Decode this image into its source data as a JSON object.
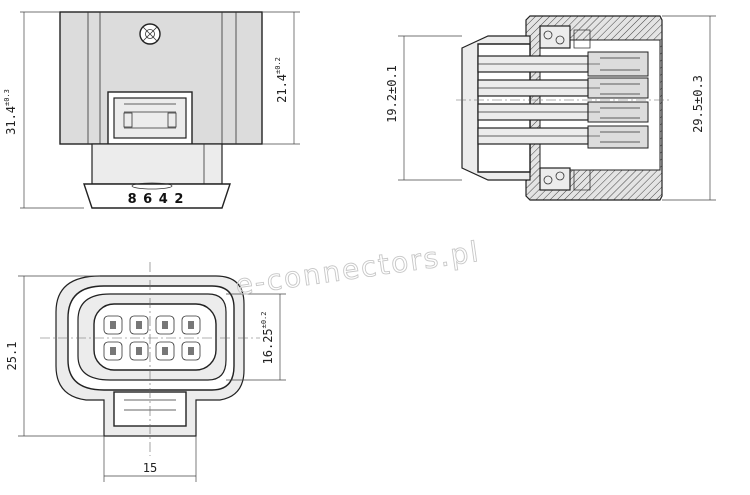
{
  "front_view": {
    "dim_height": "31.4",
    "dim_height_tol": "±0.3",
    "dim_inner": "21.4",
    "dim_inner_tol": "±0.2",
    "pin_numbers": "8 6 4 2"
  },
  "side_view": {
    "dim_left": "19.2±0.1",
    "dim_right": "29.5±0.3"
  },
  "face_view": {
    "dim_height": "25.1",
    "dim_inner": "16.25",
    "dim_inner_tol": "±0.2",
    "dim_width": "15"
  },
  "watermark": "e-connectors.pl"
}
